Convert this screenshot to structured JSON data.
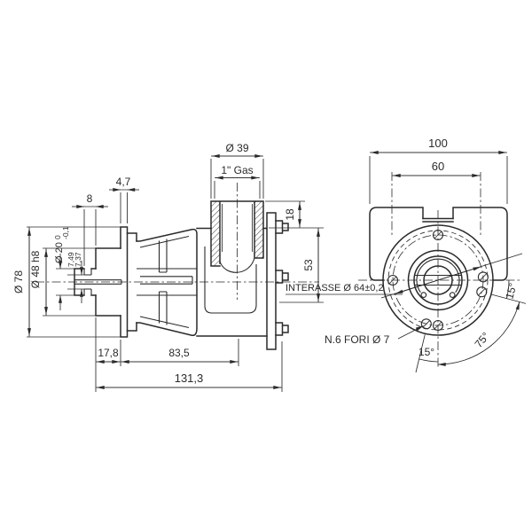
{
  "colors": {
    "ink": "#2a2a2a",
    "paper": "#ffffff"
  },
  "side_view": {
    "port_diameter": "Ø 39",
    "port_thread": "1\" Gas",
    "flange_step": "4,7",
    "groove_offset": "8",
    "groove_limit_upper": "7,49",
    "groove_limit_lower": "7,37",
    "shaft_diameter": "Ø 20",
    "shaft_tol_upper": "0",
    "shaft_tol_lower": "-0,1",
    "spigot_diameter": "Ø 48 h8",
    "flange_diameter": "Ø 78",
    "port_height": "18",
    "head_height": "53",
    "spigot_length": "17,8",
    "body_length": "83,5",
    "total_length": "131,3"
  },
  "front_view": {
    "body_width": "100",
    "port_spacing": "60",
    "bolt_circle_note": "INTERASSE Ø 64±0,2",
    "holes_note": "N.6 FORI Ø 7",
    "angle_side": "15°",
    "angle_bottom": "15°",
    "angle_span": "75°"
  }
}
